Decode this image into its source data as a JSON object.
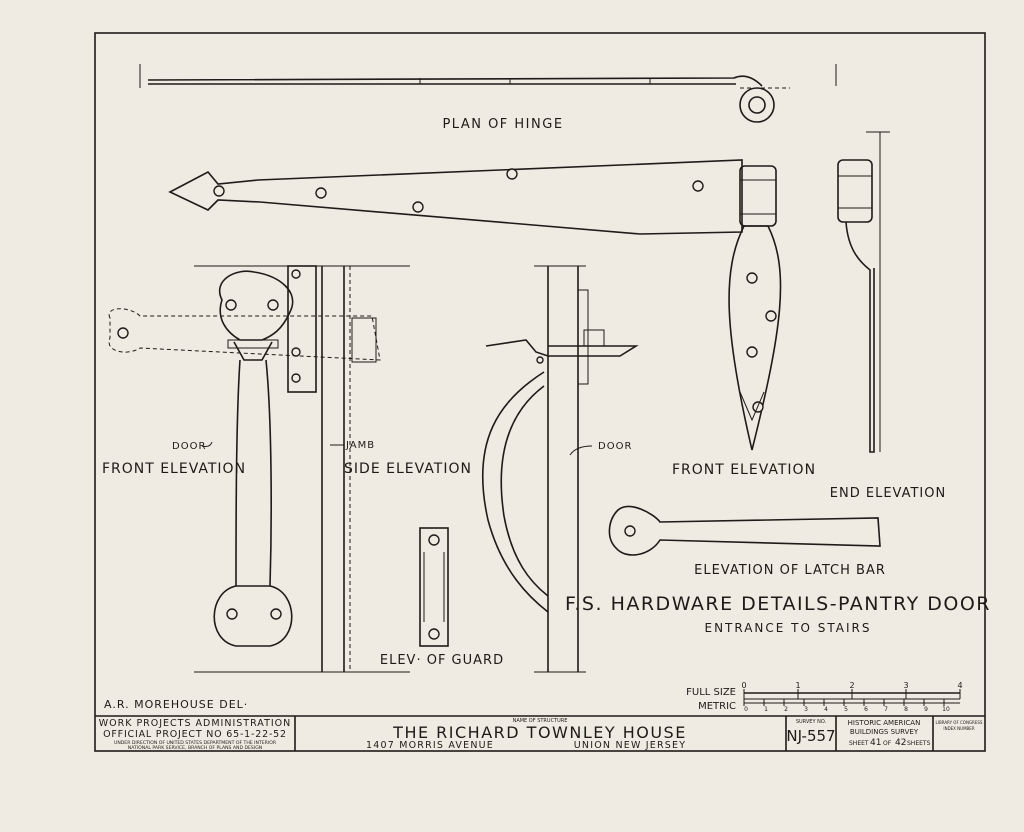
{
  "labels": {
    "plan_of_hinge": "PLAN OF HINGE",
    "door_left": "DOOR",
    "jamb": "JAMB",
    "door_right": "DOOR",
    "front_elevation_left": "FRONT ELEVATION",
    "side_elevation": "SIDE ELEVATION",
    "front_elevation_right": "FRONT ELEVATION",
    "end_elevation": "END ELEVATION",
    "elevation_latch_bar": "ELEVATION OF LATCH BAR",
    "elev_of_guard": "ELEV· OF GUARD",
    "sheet_title": "F.S. HARDWARE DETAILS-PANTRY DOOR",
    "sheet_subtitle": "ENTRANCE TO STAIRS",
    "delineator": "A.R. MOREHOUSE  DEL·"
  },
  "scale": {
    "full_size_label": "FULL SIZE",
    "metric_label": "METRIC",
    "inch_ticks": [
      "0",
      "1",
      "2",
      "3",
      "4"
    ],
    "cm_ticks": [
      "0",
      "1",
      "2",
      "3",
      "4",
      "5",
      "6",
      "7",
      "8",
      "9",
      "10"
    ]
  },
  "title_block": {
    "wpa_line1": "WORK  PROJECTS ADMINISTRATION",
    "wpa_line2": "OFFICIAL  PROJECT  NO 65-1-22-52",
    "wpa_line3": "UNDER DIRECTION OF UNITED STATES DEPARTMENT OF THE INTERIOR",
    "wpa_line4": "NATIONAL PARK SERVICE, BRANCH OF PLANS AND DESIGN",
    "name_of_structure_label": "NAME OF STRUCTURE",
    "structure_name": "THE  RICHARD  TOWNLEY HOUSE",
    "address": "1407  MORRIS  AVENUE",
    "location": "UNION  NEW  JERSEY",
    "survey_no_label": "SURVEY NO.",
    "survey_no": "NJ-557",
    "habs_line1": "HISTORIC AMERICAN",
    "habs_line2": "BUILDINGS SURVEY",
    "sheet_prefix": "SHEET",
    "sheet_number": "41",
    "sheet_of": "OF",
    "sheet_total": "42",
    "sheet_suffix": "SHEETS",
    "loc_line1": "LIBRARY OF CONGRESS",
    "loc_line2": "INDEX NUMBER"
  }
}
